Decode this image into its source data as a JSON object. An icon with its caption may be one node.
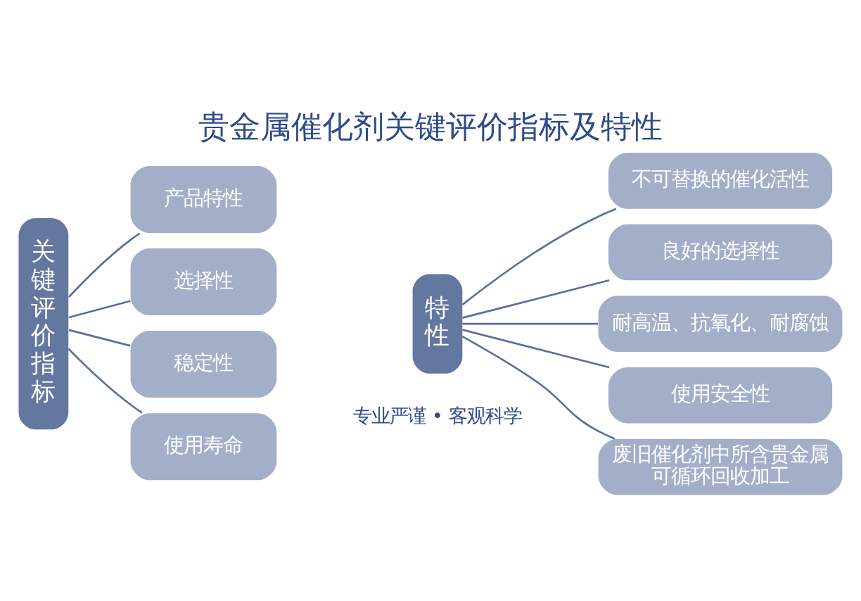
{
  "diagram": {
    "title": "贵金属催化剂关键评价指标及特性",
    "nodes": [
      {
        "text": [
          "关键评价指标"
        ]
      },
      {
        "text": [
          "产品特性"
        ]
      },
      {
        "text": [
          "选择性"
        ]
      },
      {
        "text": [
          "稳定性"
        ]
      },
      {
        "text": [
          "使用寿命"
        ]
      },
      {
        "text": [
          "特性"
        ]
      },
      {
        "text": [
          "不可替换的催化活性"
        ]
      },
      {
        "text": [
          "良好的选择性"
        ]
      },
      {
        "text": [
          "耐高温、抗氧化、耐腐蚀"
        ]
      },
      {
        "text": [
          "使用安全性"
        ]
      },
      {
        "text": [
          "废旧催化剂中所含贵金属可循环回收加工"
        ]
      }
    ],
    "edges": [
      {
        "from": 0,
        "to": 1,
        "arrow": "none"
      },
      {
        "from": 0,
        "to": 2,
        "arrow": "none"
      },
      {
        "from": 0,
        "to": 3,
        "arrow": "none"
      },
      {
        "from": 0,
        "to": 4,
        "arrow": "none"
      },
      {
        "from": 5,
        "to": 6,
        "arrow": "none"
      },
      {
        "from": 5,
        "to": 7,
        "arrow": "none"
      },
      {
        "from": 5,
        "to": 8,
        "arrow": "none"
      },
      {
        "from": 5,
        "to": 9,
        "arrow": "none"
      },
      {
        "from": 5,
        "to": 10,
        "arrow": "none"
      }
    ],
    "labels": [
      "专业严谨 • 客观科学"
    ]
  }
}
